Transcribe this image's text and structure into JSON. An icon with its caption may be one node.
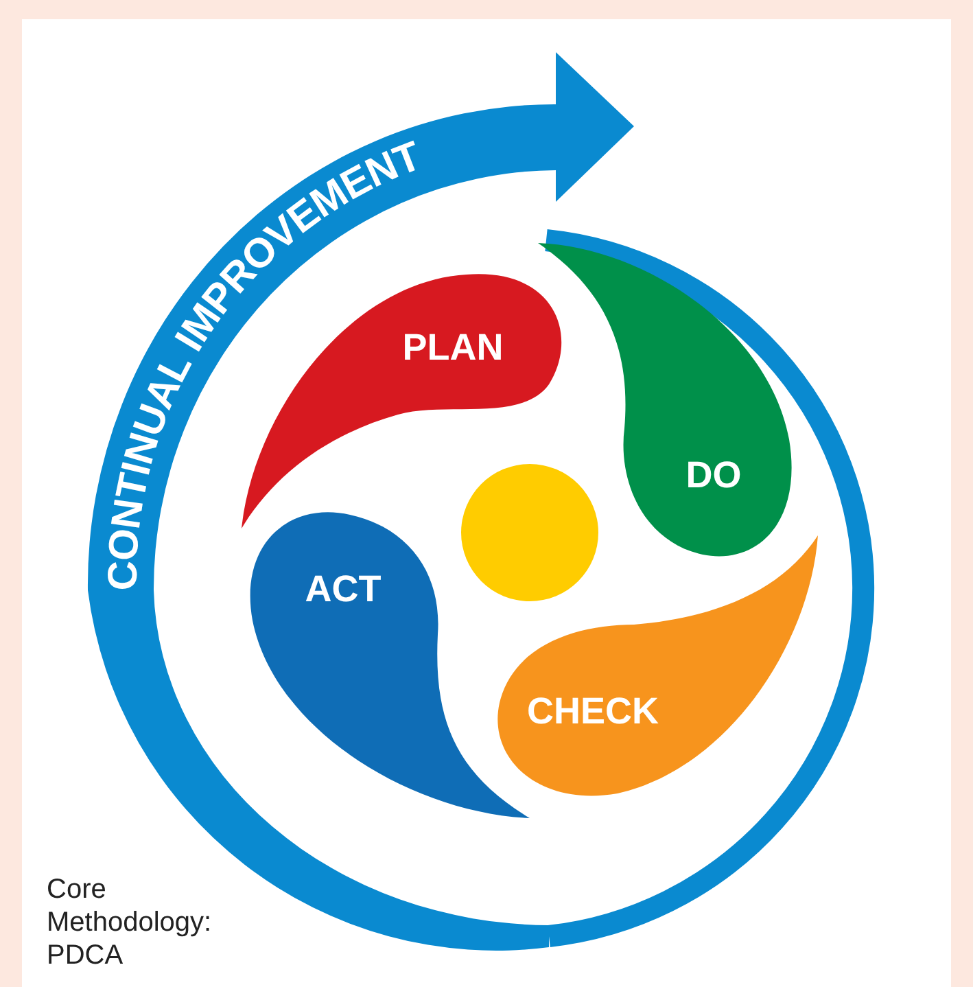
{
  "diagram": {
    "nodes": [
      {
        "text": [
          "CONTINUAL IMPROVEMENT"
        ]
      },
      {
        "text": [
          "PLAN"
        ]
      },
      {
        "text": [
          "DO"
        ]
      },
      {
        "text": [
          "CHECK"
        ]
      },
      {
        "text": [
          "ACT"
        ]
      },
      {
        "text": [],
        "shape": "circle"
      }
    ],
    "labels": [
      "Core Methodology: PDCA"
    ]
  }
}
